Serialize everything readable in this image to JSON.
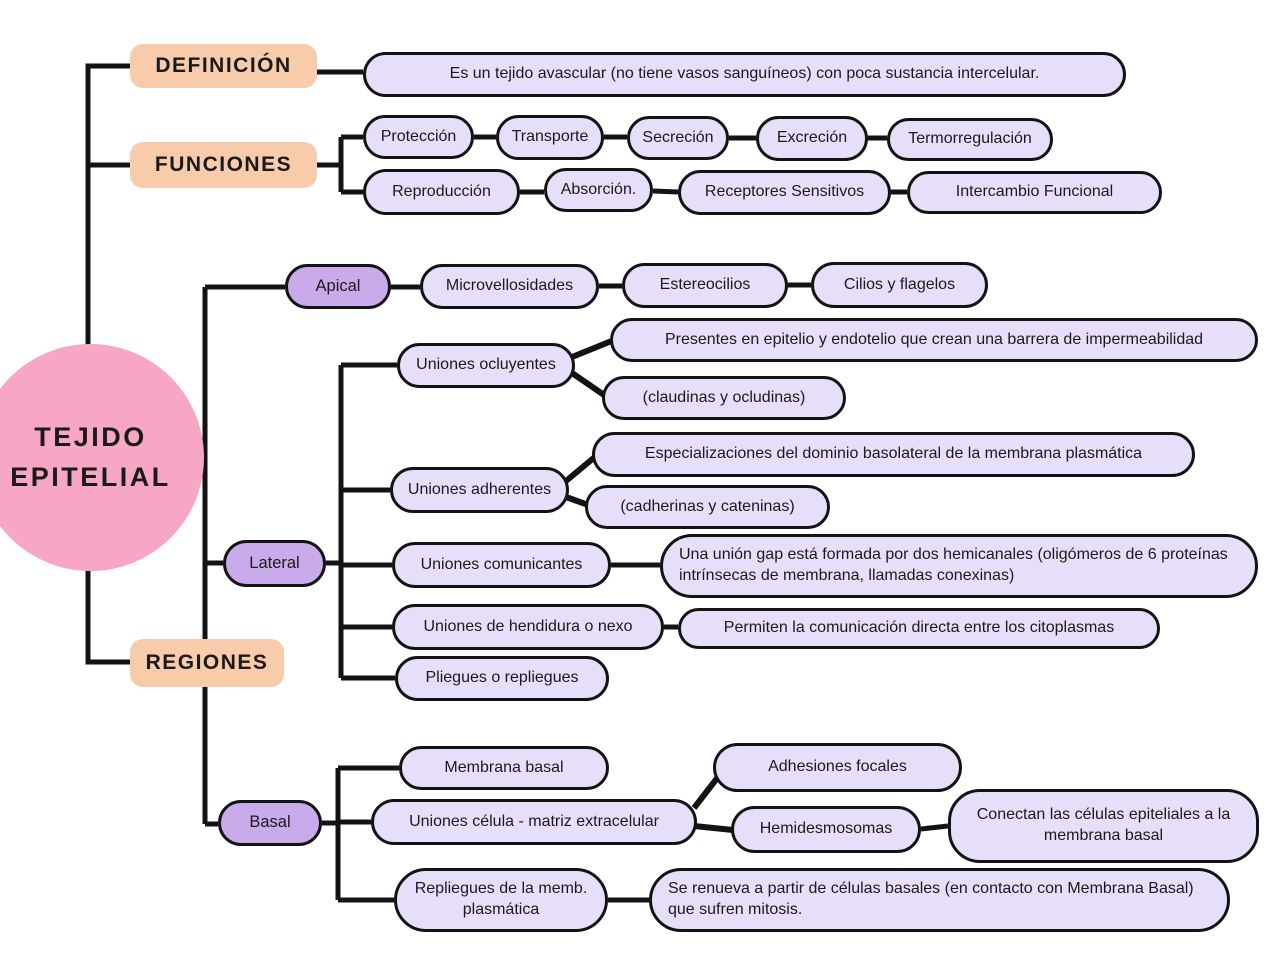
{
  "root": {
    "line1": "TEJIDO",
    "line2": "EPITELIAL"
  },
  "colors": {
    "branch_header": "#F8CCAB",
    "leaf_pill": "#E7DFF9",
    "region_pill": "#C9ABEB",
    "root_circle": "#F7A6C5",
    "line": "#131313"
  },
  "definicion": {
    "label": "DEFINICIÓN",
    "desc": "Es un tejido avascular (no tiene vasos sanguíneos) con poca sustancia intercelular."
  },
  "funciones": {
    "label": "FUNCIONES",
    "row1": [
      "Protección",
      "Transporte",
      "Secreción",
      "Excreción",
      "Termorregulación"
    ],
    "row2": [
      "Reproducción",
      "Absorción.",
      "Receptores Sensitivos",
      "Intercambio Funcional"
    ]
  },
  "regiones": {
    "label": "REGIONES",
    "apical": {
      "label": "Apical",
      "items": [
        "Microvellosidades",
        "Estereocilios",
        "Cilios y flagelos"
      ]
    },
    "lateral": {
      "label": "Lateral",
      "ocluyentes": {
        "label": "Uniones ocluyentes",
        "desc": "Presentes en epitelio y endotelio que crean una barrera de impermeabilidad",
        "proteins": "(claudinas y ocludinas)"
      },
      "adherentes": {
        "label": "Uniones adherentes",
        "desc": "Especializaciones del dominio basolateral de la membrana plasmática",
        "proteins": "(cadherinas y cateninas)"
      },
      "comunicantes": {
        "label": "Uniones comunicantes",
        "desc": "Una unión gap está formada por dos hemicanales (oligómeros de 6 proteínas intrínsecas de membrana, llamadas conexinas)"
      },
      "hendidura": {
        "label": "Uniones de hendidura o  nexo",
        "desc": "Permiten la comunicación directa entre los citoplasmas"
      },
      "pliegues": {
        "label": "Pliegues o repliegues"
      }
    },
    "basal": {
      "label": "Basal",
      "membrana": {
        "label": "Membrana basal"
      },
      "celula_matriz": {
        "label": "Uniones célula - matriz extracelular",
        "adhesiones": "Adhesiones focales",
        "hemidesmosomas": "Hemidesmosomas",
        "hemidesmosomas_desc": "Conectan las células epiteliales a la membrana basal"
      },
      "repliegues": {
        "label": "Repliegues de la memb. plasmática",
        "desc": "Se renueva a partir de células basales (en contacto con Membrana Basal) que sufren mitosis."
      }
    }
  }
}
